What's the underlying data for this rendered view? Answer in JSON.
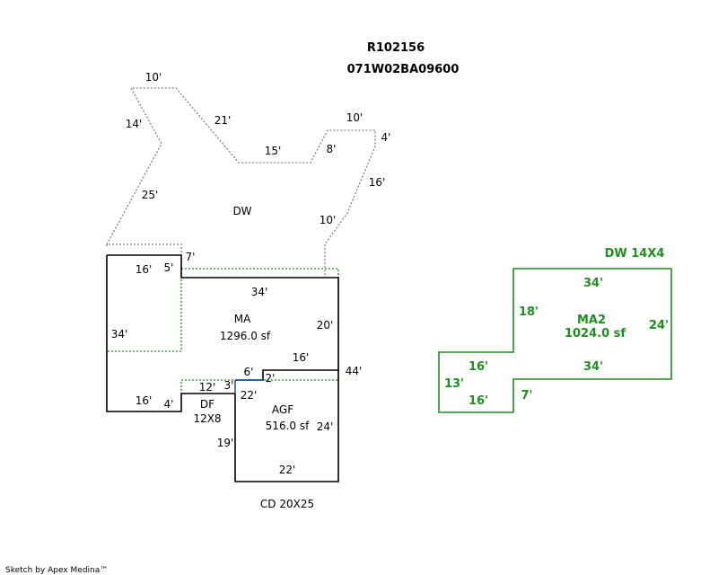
{
  "header": {
    "account": "R102156",
    "map_lot": "071W02BA09600"
  },
  "colors": {
    "wall": "#000000",
    "dashed": "#808080",
    "green": "#1f8f1f",
    "blue": "#2255aa"
  },
  "deck": {
    "label": "DW",
    "dims": [
      "10'",
      "14'",
      "21'",
      "25'",
      "15'",
      "8'",
      "10'",
      "4'",
      "16'",
      "10'"
    ]
  },
  "main_area": {
    "label": "MA",
    "area": "1296.0 sf",
    "dims": [
      "7'",
      "16'",
      "5'",
      "34'",
      "34'",
      "20'",
      "16'",
      "44'",
      "16'",
      "4'"
    ]
  },
  "deck_frame": {
    "label": "DF",
    "size": "12X8",
    "dims": [
      "12'",
      "3'"
    ]
  },
  "garage": {
    "label": "AGF",
    "area": "516.0 sf",
    "dims": [
      "6'",
      "2'",
      "22'",
      "24'",
      "19'",
      "22'"
    ],
    "carport": "CD 20X25"
  },
  "second_structure": {
    "title": "DW 14X4",
    "label": "MA2",
    "area": "1024.0 sf",
    "dims": [
      "34'",
      "18'",
      "24'",
      "34'",
      "16'",
      "13'",
      "16'",
      "7'"
    ]
  },
  "footer": {
    "credit": "Sketch by Apex Medina™"
  }
}
